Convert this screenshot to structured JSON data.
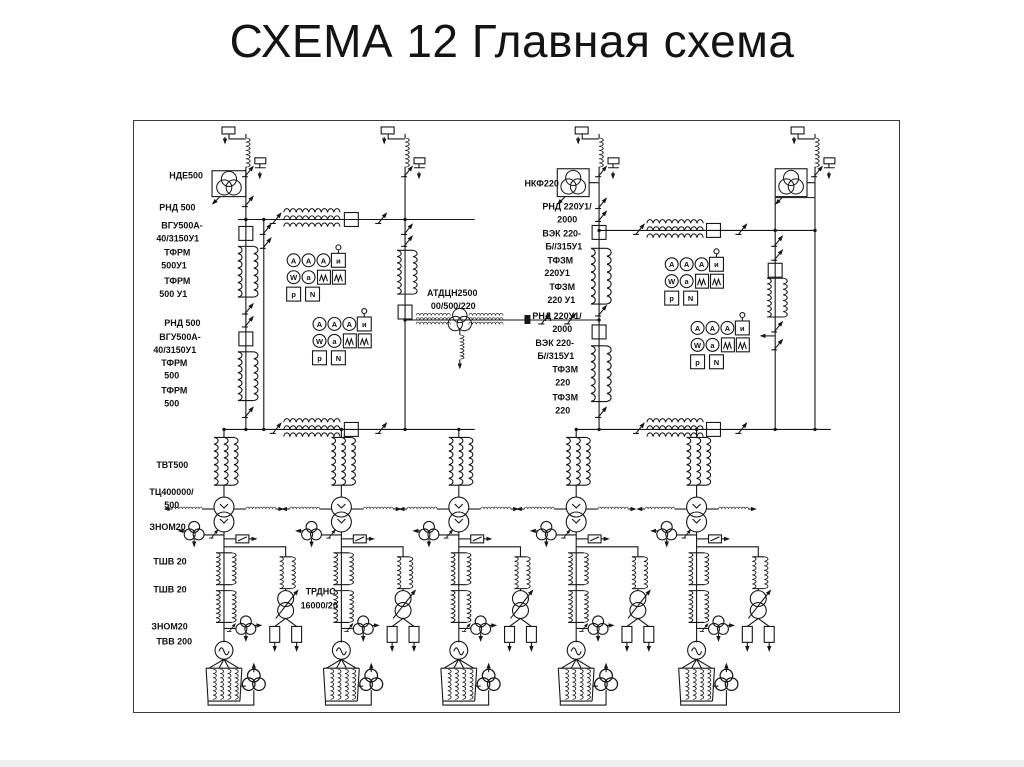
{
  "slide": {
    "title": "СХЕМА 12 Главная схема"
  },
  "diagram": {
    "labels": {
      "nde500": "НДЕ500",
      "rnd500_a": "РНД  500",
      "vgu_a1": "ВГУ500А-",
      "vgu_a2": "40/3150У1",
      "tfrm_a1": "ТФРМ",
      "tfrm_a2": "500У1",
      "tfrm_b1": "ТФРМ",
      "tfrm_b2": "500 У1",
      "rnd500_b": "РНД 500",
      "vgu_b1": "ВГУ500А-",
      "vgu_b2": "40/3150У1",
      "tfrm_c1": "ТФРМ",
      "tfrm_c2": "500",
      "tfrm_d1": "ТФРМ",
      "tfrm_d2": "500",
      "tvt500": "ТВТ500",
      "tc400000_1": "ТЦ400000/",
      "tc400000_2": "500",
      "znom20_top": "ЗНОМ20",
      "tshv20_a": "ТШВ 20",
      "tshv20_b": "ТШВ 20",
      "trdns_1": "ТРДНС",
      "trdns_2": "16000/20",
      "znom20_bot": "ЗНОМ20",
      "tvv200": "ТВВ 200",
      "nkf220": "НКФ220",
      "rnd220_a1": "РНД  220У1/",
      "rnd220_a2": "2000",
      "vek_a1": "ВЭК 220-",
      "vek_a2": "Б//315У1",
      "tfzm_a1": "ТФЗМ",
      "tfzm_a2": "220У1",
      "tfzm_b1": "ТФЗМ",
      "tfzm_b2": "220 У1",
      "atdcn_1": "АТДЦН2500",
      "atdcn_2": "00/500/220",
      "rnd220_b1": "РНД  220У1/",
      "rnd220_b2": "2000",
      "vek_b1": "ВЭК 220-",
      "vek_b2": "Б//315У1",
      "tfzm_c1": "ТФЗМ",
      "tfzm_c2": "220",
      "tfzm_d1": "ТФЗМ",
      "tfzm_d2": "220"
    },
    "instruments": {
      "a": "А",
      "i": "и",
      "w": "W",
      "ia": "а",
      "p": "р",
      "n": "N"
    }
  }
}
